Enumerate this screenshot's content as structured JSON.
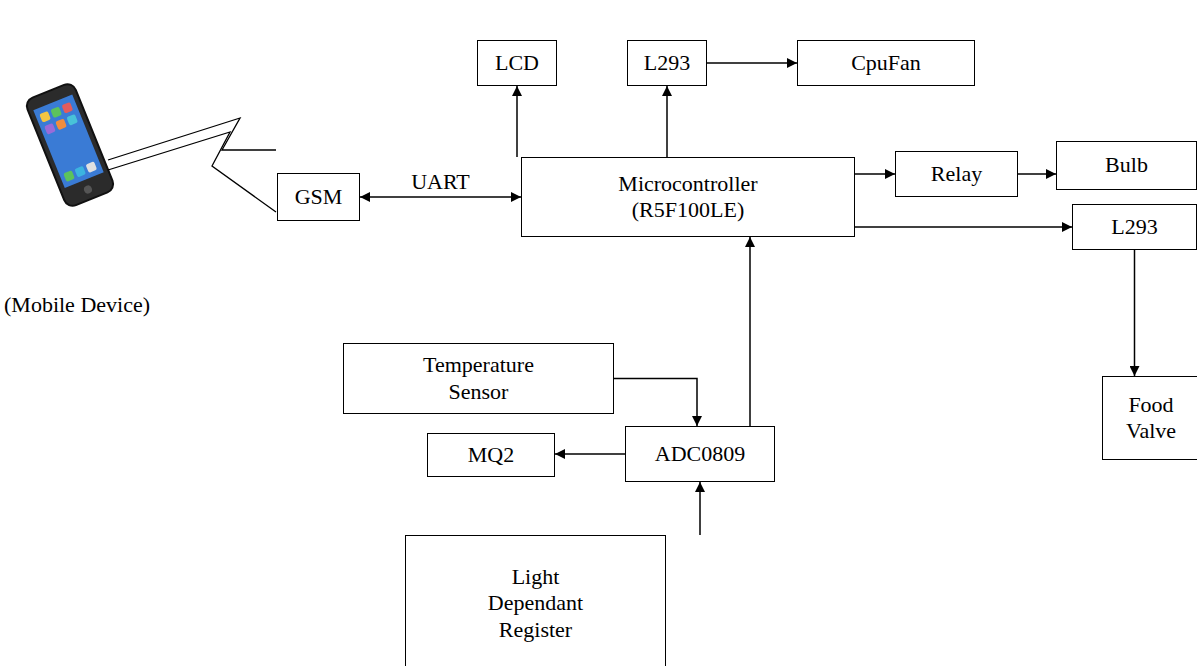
{
  "diagram": {
    "nodes": [
      {
        "text": [
          "LCD"
        ]
      },
      {
        "text": [
          "L293"
        ]
      },
      {
        "text": [
          "CpuFan"
        ]
      },
      {
        "text": [
          "GSM"
        ]
      },
      {
        "text": [
          "Microcontroller (R5F100LE)"
        ]
      },
      {
        "text": [
          "Relay"
        ]
      },
      {
        "text": [
          "Bulb"
        ]
      },
      {
        "text": [
          "L293"
        ]
      },
      {
        "text": [
          "Temperature Sensor"
        ]
      },
      {
        "text": [
          "MQ2"
        ]
      },
      {
        "text": [
          "ADC0809"
        ]
      },
      {
        "text": [
          "Light Dependant Register"
        ]
      },
      {
        "text": [
          "Food Valve"
        ]
      }
    ],
    "edges": [
      {
        "from": 4,
        "to": 0,
        "arrow": "to"
      },
      {
        "from": 4,
        "to": 1,
        "arrow": "to"
      },
      {
        "from": 1,
        "to": 2,
        "arrow": "to"
      },
      {
        "from": 3,
        "to": 4,
        "label": "UART",
        "arrow": "both"
      },
      {
        "from": 4,
        "to": 5,
        "arrow": "to"
      },
      {
        "from": 5,
        "to": 6,
        "arrow": "to"
      },
      {
        "from": 4,
        "to": 7,
        "arrow": "to"
      },
      {
        "from": 7,
        "to": 12,
        "arrow": "to"
      },
      {
        "from": 8,
        "to": 10,
        "arrow": "to"
      },
      {
        "from": 10,
        "to": 9,
        "arrow": "to"
      },
      {
        "from": 11,
        "to": 10,
        "arrow": "to"
      },
      {
        "from": 10,
        "to": 4,
        "arrow": "to"
      }
    ],
    "labels": [
      "(Mobile Device)"
    ]
  }
}
